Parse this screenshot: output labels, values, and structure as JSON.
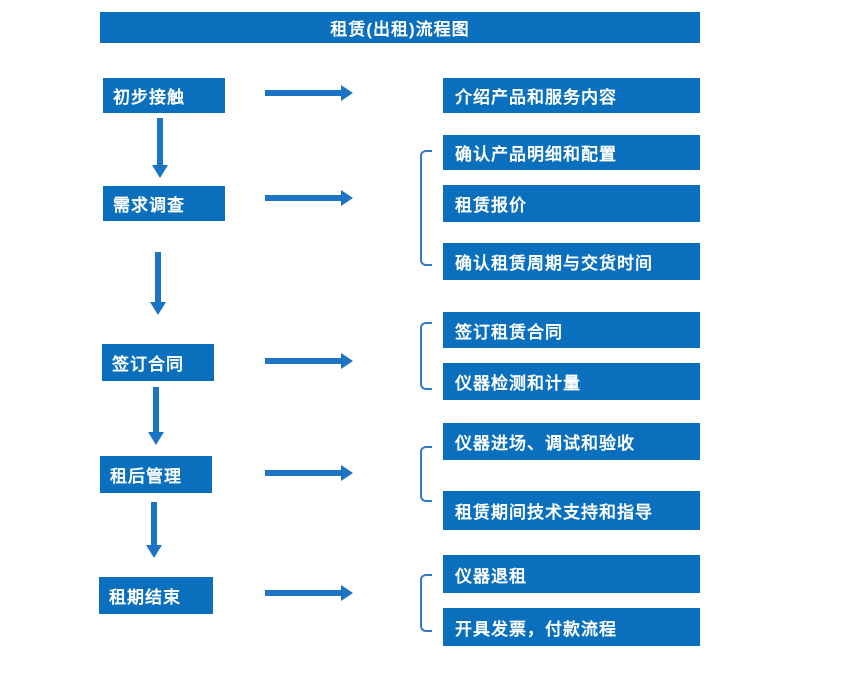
{
  "title": "租赁(出租)流程图",
  "colors": {
    "box_blue": "#0a70be",
    "arrow_blue": "#1b74c4",
    "bracket_blue": "#3579c2",
    "text_white": "#ffffff"
  },
  "steps": [
    {
      "label": "初步接触",
      "details": [
        "介绍产品和服务内容"
      ]
    },
    {
      "label": "需求调查",
      "details": [
        "确认产品明细和配置",
        "租赁报价",
        "确认租赁周期与交货时间"
      ]
    },
    {
      "label": "签订合同",
      "details": [
        "签订租赁合同",
        "仪器检测和计量"
      ]
    },
    {
      "label": "租后管理",
      "details": [
        "仪器进场、调试和验收",
        "租赁期间技术支持和指导"
      ]
    },
    {
      "label": "租期结束",
      "details": [
        "仪器退租",
        "开具发票，付款流程"
      ]
    }
  ]
}
